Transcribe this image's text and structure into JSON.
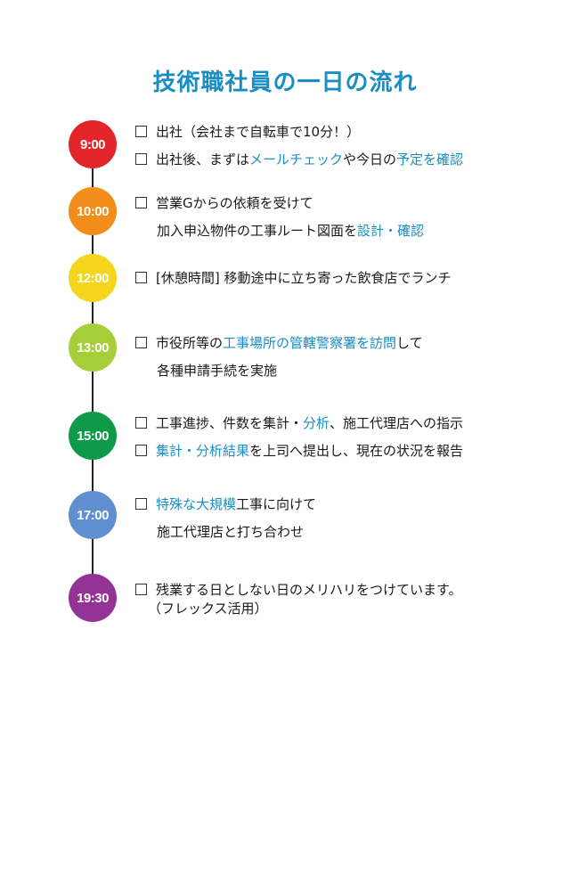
{
  "title": "技術職社員の一日の流れ",
  "colors": {
    "accent": "#1a8ec3",
    "t900": "#e3262c",
    "t1000": "#f28d1c",
    "t1200": "#f5d61c",
    "t1300": "#a6ce39",
    "t1500": "#0f9a4a",
    "t1700": "#5f8fcf",
    "t1930": "#933395"
  },
  "entries": [
    {
      "time": "9:00",
      "l1": [
        "出社（会社まで自転車で10分！）"
      ],
      "l2": [
        "出社後、まずは",
        "メールチェック",
        "や今日の",
        "予定を確認"
      ]
    },
    {
      "time": "10:00",
      "l1": [
        "営業Gからの依頼を受けて"
      ],
      "l2": [
        "加入申込物件の工事ルート図面を",
        "設計・確認"
      ]
    },
    {
      "time": "12:00",
      "l1": [
        "[休憩時間] 移動途中に立ち寄った飲食店でランチ"
      ]
    },
    {
      "time": "13:00",
      "l1": [
        "市役所等の",
        "工事場所の管轄警察署を訪問",
        "して"
      ],
      "l2": [
        "各種申請手続を実施"
      ]
    },
    {
      "time": "15:00",
      "l1": [
        "工事進捗、件数を集計・",
        "分析",
        "、施工代理店への指示"
      ],
      "l2": [
        "集計・分析結果",
        "を上司へ提出し、現在の状況を報告"
      ]
    },
    {
      "time": "17:00",
      "l1": [
        "特殊な大規模",
        "工事に向けて"
      ],
      "l2": [
        "施工代理店と打ち合わせ"
      ]
    },
    {
      "time": "19:30",
      "l1": [
        "残業する日としない日のメリハリをつけています。"
      ],
      "l2": [
        "（フレックス活用）"
      ]
    }
  ]
}
